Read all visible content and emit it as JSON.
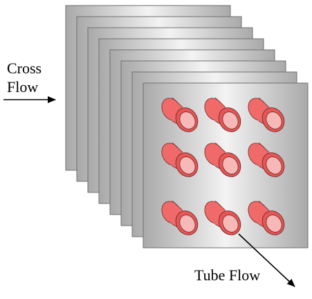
{
  "labels": {
    "cross_flow_line1": "Cross",
    "cross_flow_line2": "Flow",
    "tube_flow": "Tube Flow"
  },
  "diagram": {
    "plate_count": 8,
    "tube_rows": 3,
    "tube_cols": 3,
    "colors": {
      "plate_edge": "#7a7a7a",
      "plate_light": "#f2f2f2",
      "plate_dark": "#a6a6a6",
      "tube_body": "#f06a6a",
      "tube_rim": "#e85555",
      "tube_inner": "#f7b8b8",
      "tube_outline": "#6e2a2a",
      "arrow": "#000000"
    }
  }
}
